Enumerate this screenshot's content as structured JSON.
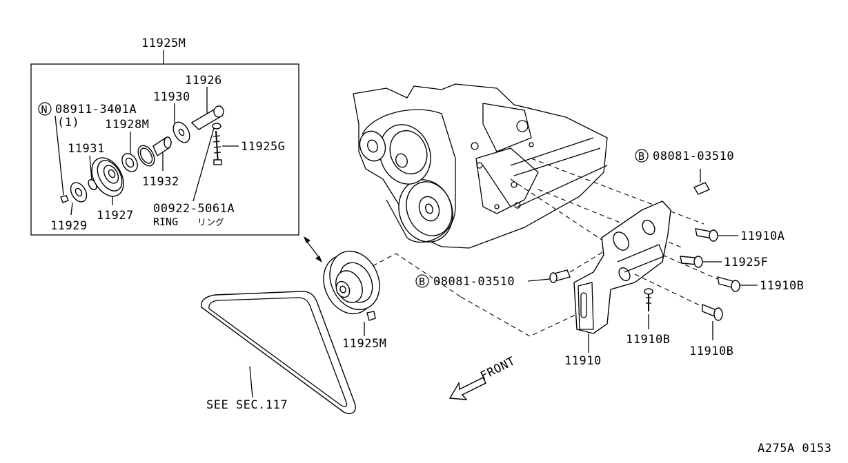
{
  "diagram": {
    "labels": {
      "kit_title": "11925M",
      "p11926": "11926",
      "p11930": "11930",
      "n_part": "08911-3401A",
      "n_qty": "(1)",
      "p11928m": "11928M",
      "p11925g": "11925G",
      "p11931": "11931",
      "p11932": "11932",
      "p00922": "00922-5061A",
      "ring_en": "RING",
      "ring_jp": "リング",
      "p11929": "11929",
      "p11927": "11927",
      "b_top": "08081-03510",
      "p11910a": "11910A",
      "p11925f": "11925F",
      "b_mid": "08081-03510",
      "p11910b_1": "11910B",
      "p11910b_2": "11910B",
      "p11910b_3": "11910B",
      "p11910": "11910",
      "p11925m_idler": "11925M",
      "see_sec": "SEE SEC.117",
      "front": "FRONT",
      "ref_code": "A275A 0153"
    },
    "symbols": {
      "n_mark": "N",
      "b_mark_1": "B",
      "b_mark_2": "B"
    }
  }
}
